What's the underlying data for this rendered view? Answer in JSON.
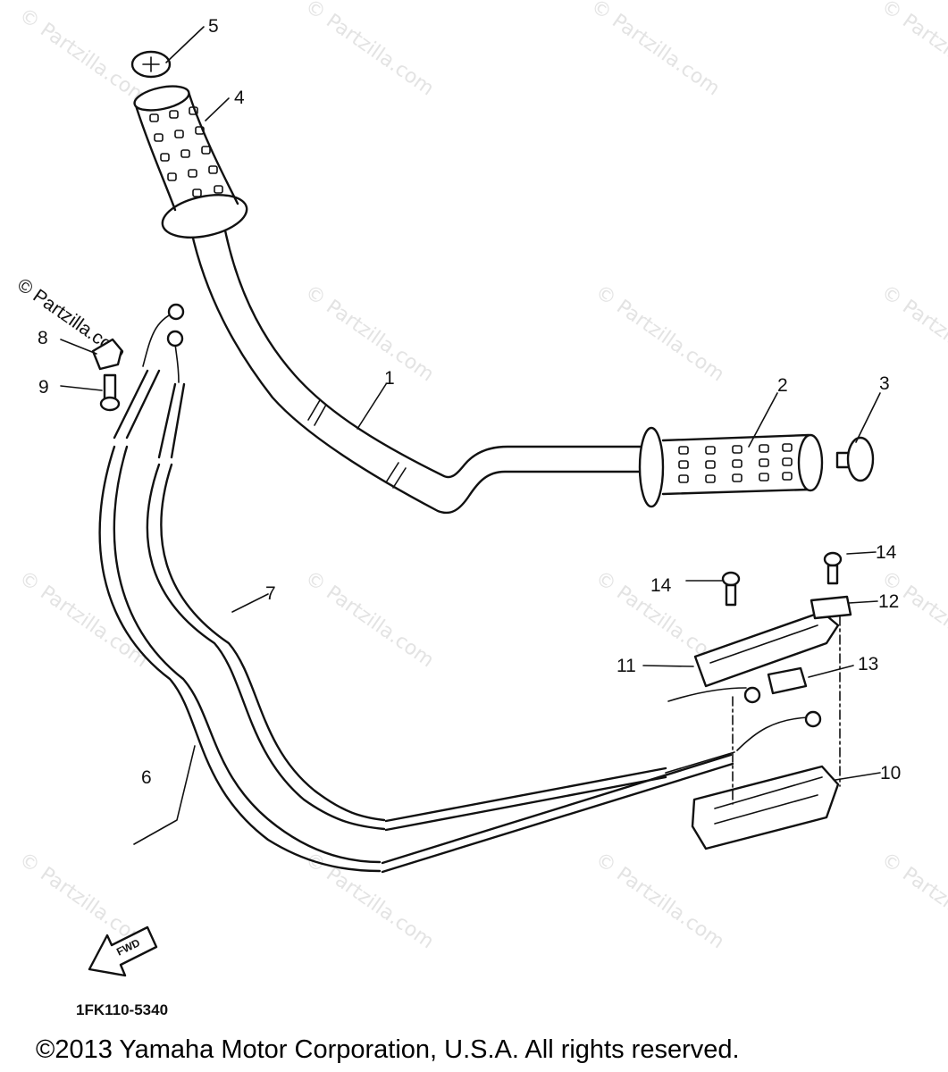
{
  "watermark_text": "© Partzilla.com",
  "callouts": {
    "c1": "1",
    "c2": "2",
    "c3": "3",
    "c4": "4",
    "c5": "5",
    "c6": "6",
    "c7": "7",
    "c8": "8",
    "c9": "9",
    "c10": "10",
    "c11": "11",
    "c12": "12",
    "c13": "13",
    "c14a": "14",
    "c14b": "14"
  },
  "fwd_label": "FWD",
  "part_code": "1FK110-5340",
  "copyright": "©2013  Yamaha Motor Corporation, U.S.A. All rights reserved."
}
